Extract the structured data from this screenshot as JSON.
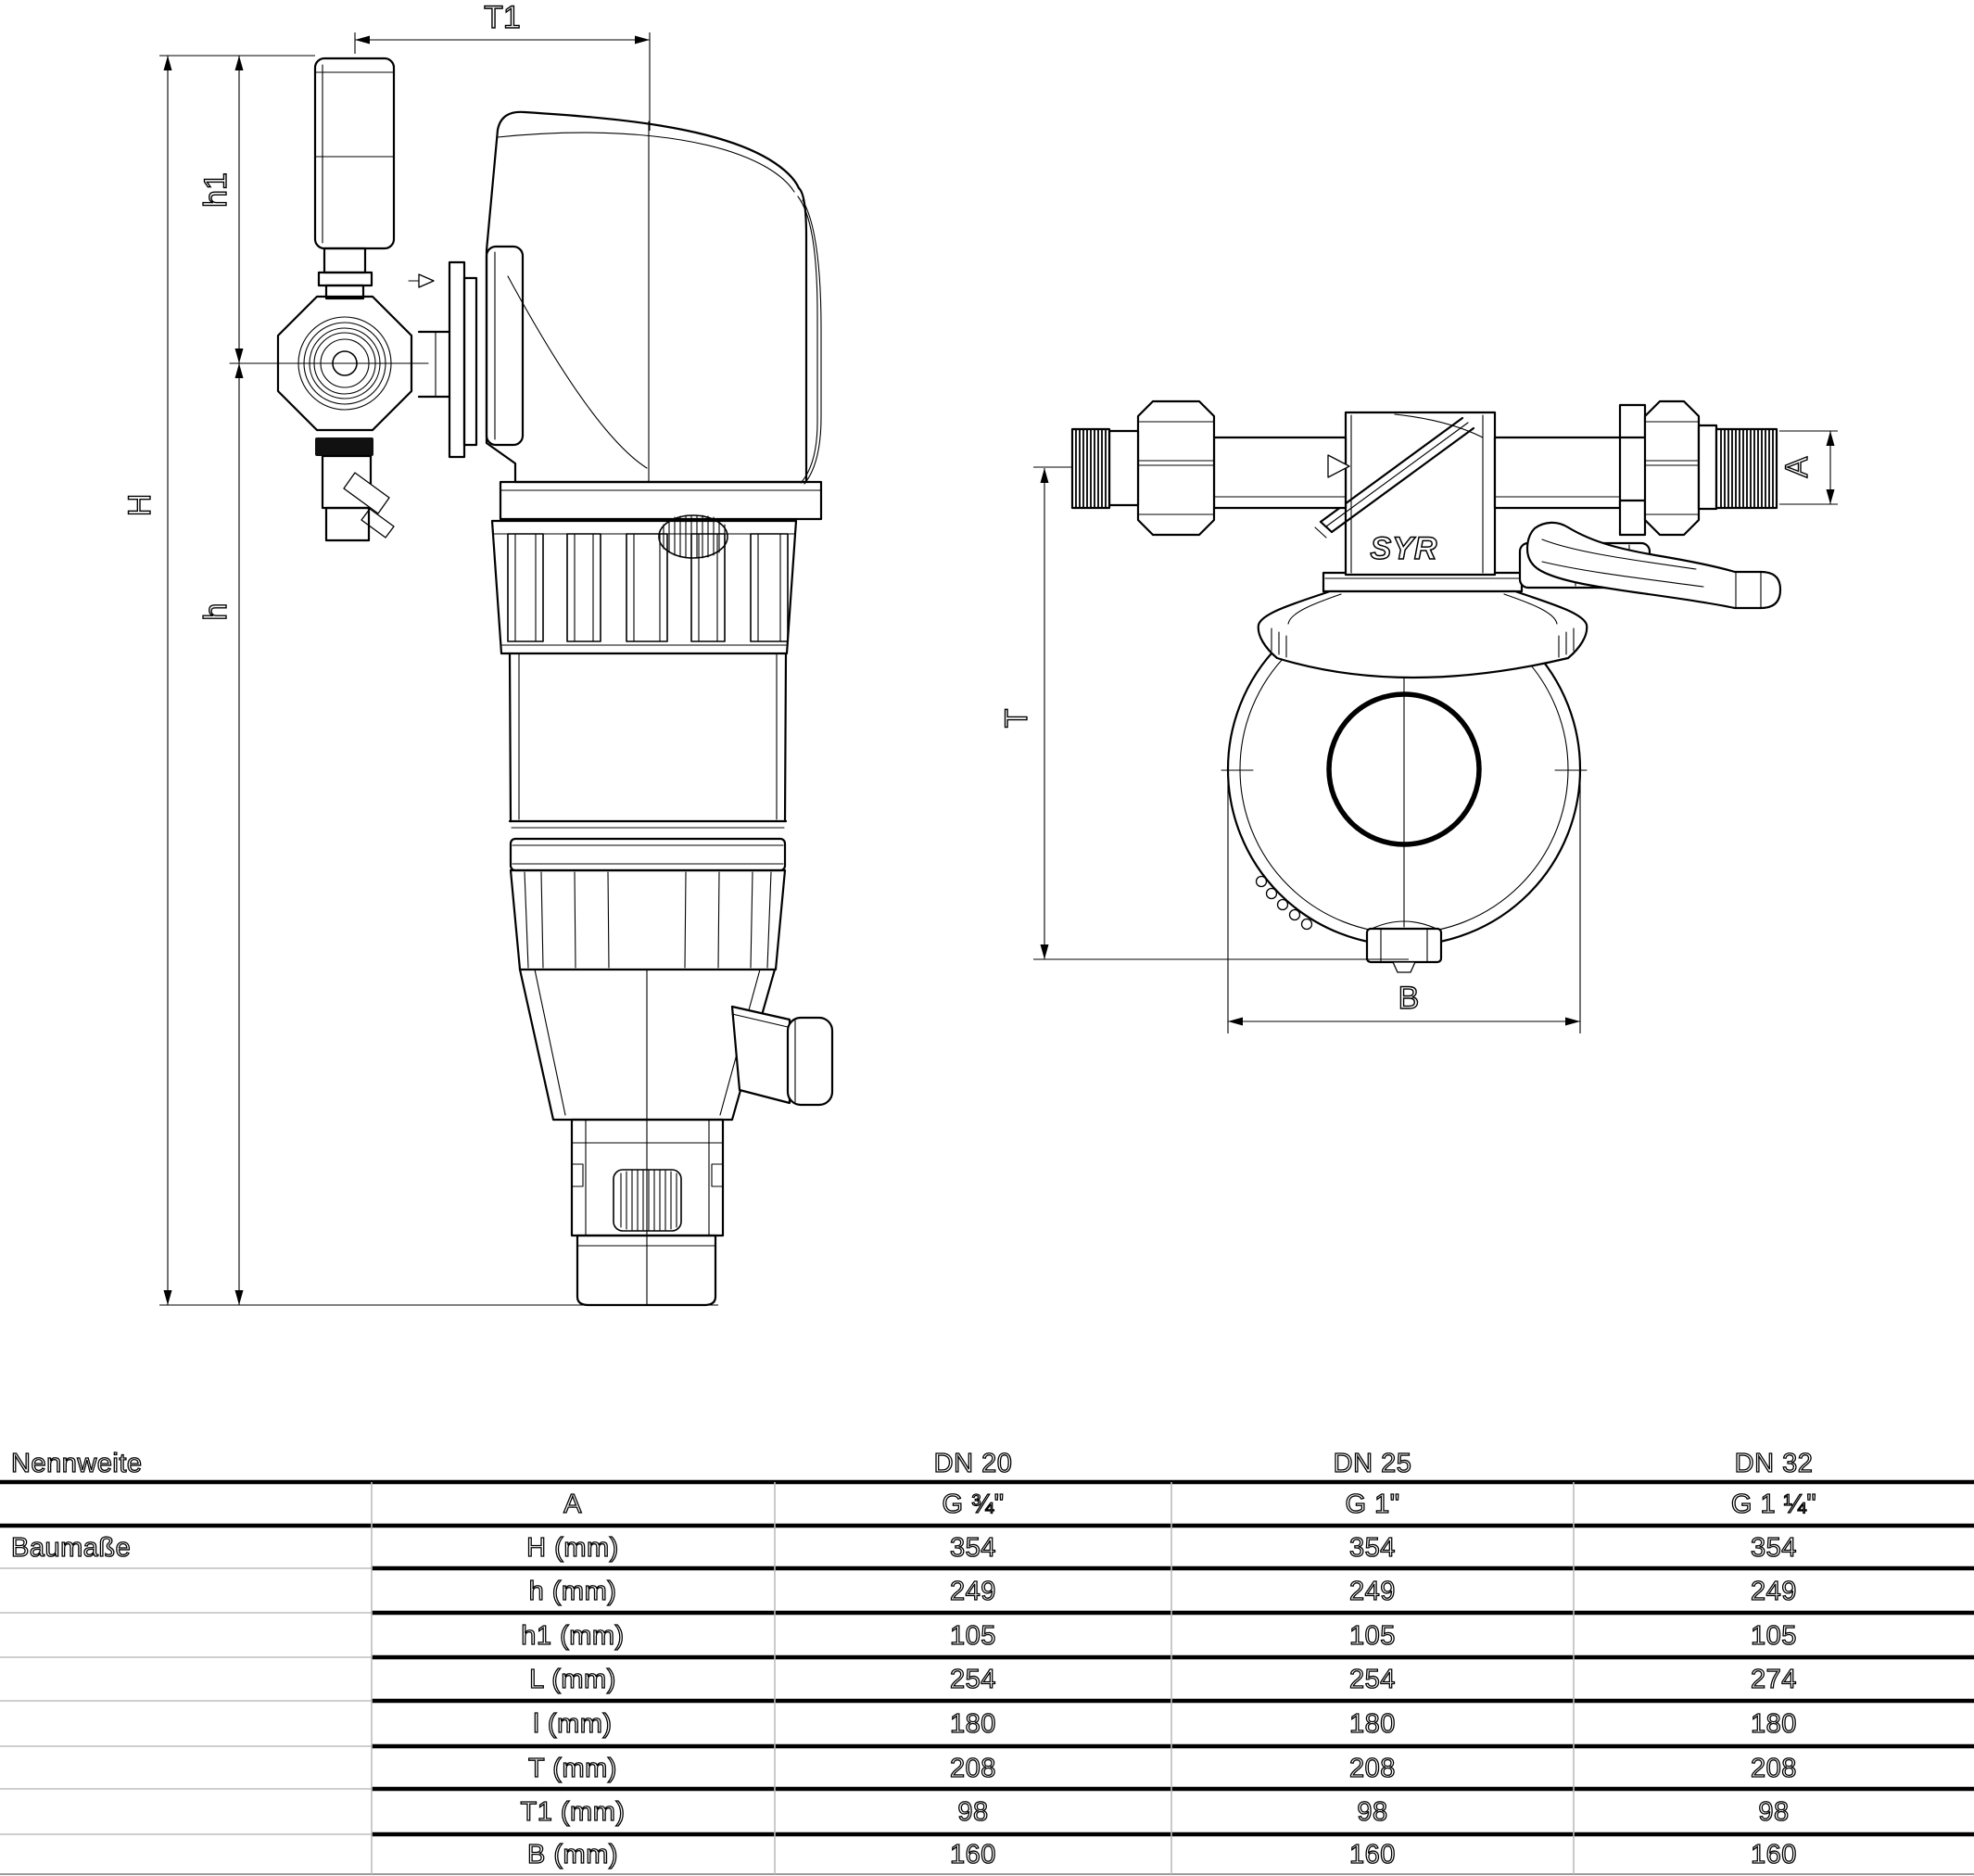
{
  "drawing": {
    "logo": "SYR",
    "dims": {
      "T1": "T1",
      "h1": "h1",
      "H": "H",
      "h": "h",
      "T": "T",
      "A": "A",
      "B": "B"
    }
  },
  "table": {
    "nennweite_label": "Nennweite",
    "baumasse_label": "Baumaße",
    "dn_headers": [
      "DN 20",
      "DN 25",
      "DN 32"
    ],
    "rows": [
      {
        "label": "A",
        "values": [
          "G ¾\"",
          "G 1\"",
          "G 1 ¼\""
        ]
      },
      {
        "label": "H (mm)",
        "values": [
          "354",
          "354",
          "354"
        ]
      },
      {
        "label": "h (mm)",
        "values": [
          "249",
          "249",
          "249"
        ]
      },
      {
        "label": "h1 (mm)",
        "values": [
          "105",
          "105",
          "105"
        ]
      },
      {
        "label": "L (mm)",
        "values": [
          "254",
          "254",
          "274"
        ]
      },
      {
        "label": "l (mm)",
        "values": [
          "180",
          "180",
          "180"
        ]
      },
      {
        "label": "T (mm)",
        "values": [
          "208",
          "208",
          "208"
        ]
      },
      {
        "label": "T1 (mm)",
        "values": [
          "98",
          "98",
          "98"
        ]
      },
      {
        "label": "B (mm)",
        "values": [
          "160",
          "160",
          "160"
        ]
      }
    ]
  }
}
